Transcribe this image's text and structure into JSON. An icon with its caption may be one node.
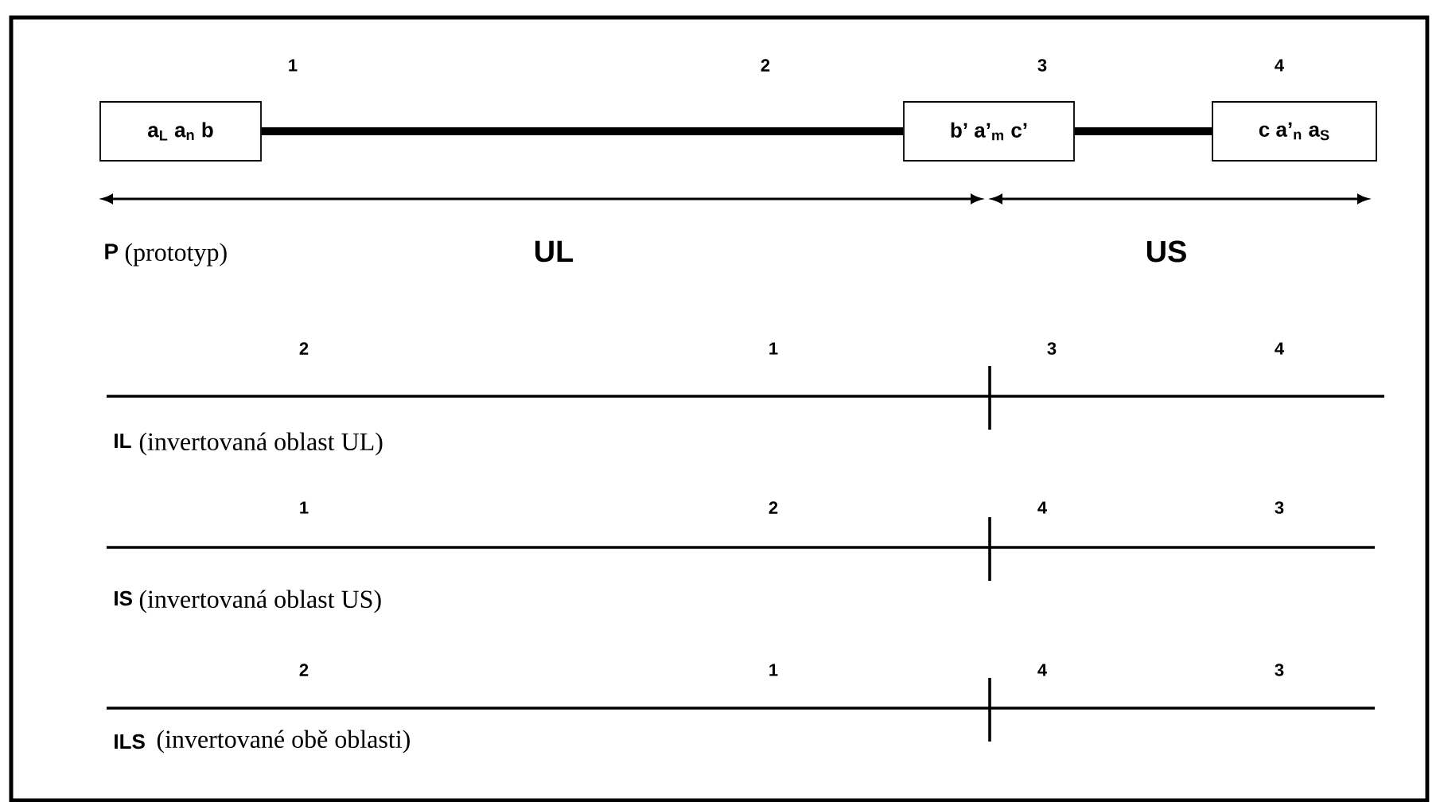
{
  "diagram": {
    "nodes": [
      {
        "text": [
          "a$_{L}$ a$_{n}$ b"
        ]
      },
      {
        "text": [
          "b’ a’$_{m}$ c’"
        ]
      },
      {
        "text": [
          "c a’$_{n}$ a$_{S}$"
        ]
      }
    ],
    "edges": [
      {
        "from": 0,
        "to": 1,
        "arrow": "none"
      },
      {
        "from": 1,
        "to": 2,
        "arrow": "none"
      }
    ],
    "labels": [
      "1",
      "2",
      "3",
      "4",
      "P",
      "(prototyp)",
      "UL",
      "US",
      "2",
      "1",
      "3",
      "4",
      "IL",
      "(invertovaná oblast UL)",
      "1",
      "2",
      "4",
      "3",
      "IS",
      "(invertovaná oblast US)",
      "2",
      "1",
      "4",
      "3",
      "ILS",
      "(invertované obě oblasti)"
    ]
  }
}
